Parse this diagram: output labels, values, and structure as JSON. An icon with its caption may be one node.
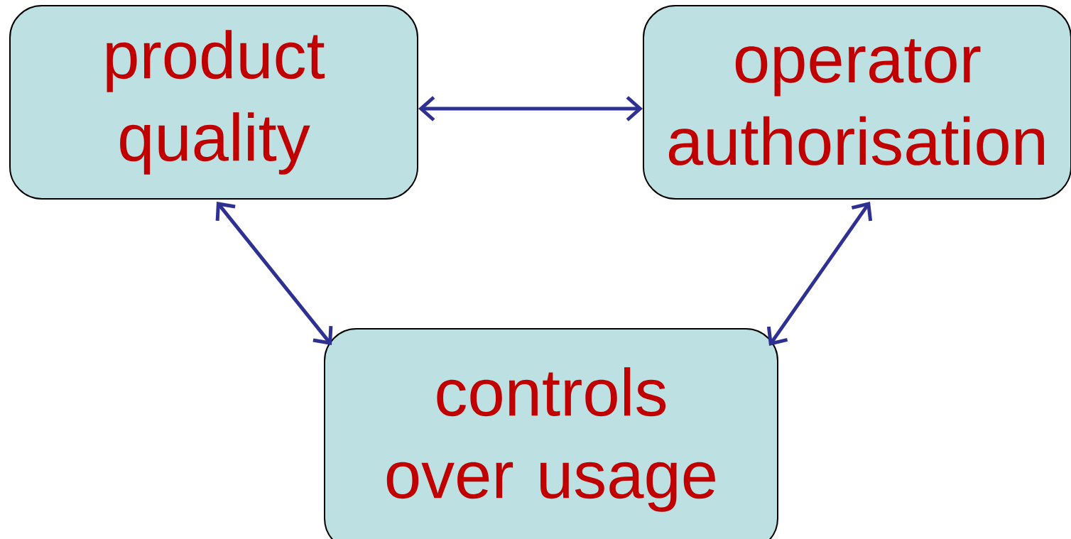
{
  "diagram": {
    "nodes": [
      {
        "text": [
          "product quality"
        ]
      },
      {
        "text": [
          "operator authorisation"
        ]
      },
      {
        "text": [
          "controls over usage"
        ]
      }
    ],
    "edges": [
      {
        "from": 0,
        "to": 1,
        "arrow": "both"
      },
      {
        "from": 0,
        "to": 2,
        "arrow": "both"
      },
      {
        "from": 1,
        "to": 2,
        "arrow": "both"
      }
    ]
  }
}
